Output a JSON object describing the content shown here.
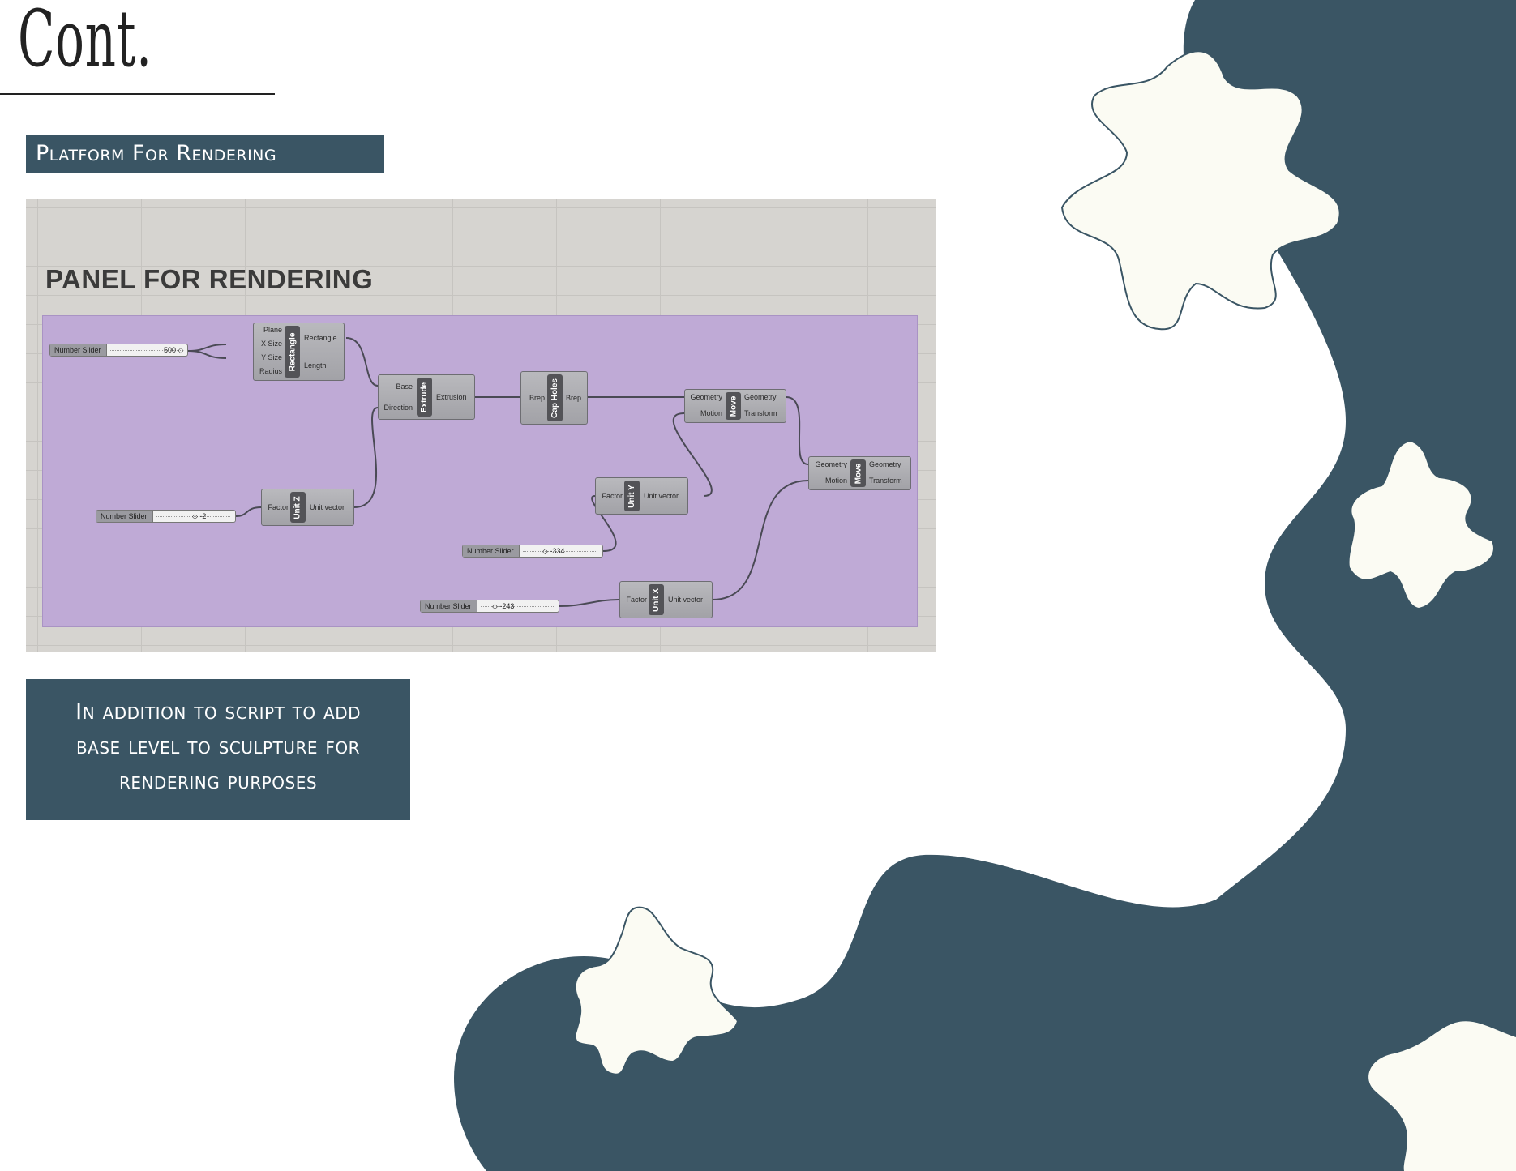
{
  "page": {
    "title": "Cont.",
    "section_label": "Platform For Rendering",
    "description_lines": [
      "In addition to script to add",
      "base level to sculpture for",
      "rendering purposes"
    ]
  },
  "colors": {
    "accent": "#3a5564",
    "star_fill": "#fbfbf3",
    "group_fill": "#bfaad6",
    "canvas": "#d6d4d0"
  },
  "canvas": {
    "group_title": "PANEL FOR RENDERING",
    "sliders": [
      {
        "label": "Number Slider",
        "value": "500 ◇"
      },
      {
        "label": "Number Slider",
        "value": "◇ -2"
      },
      {
        "label": "Number Slider",
        "value": "◇ -334"
      },
      {
        "label": "Number Slider",
        "value": "◇ -243"
      }
    ],
    "components": {
      "rectangle": {
        "name": "Rectangle",
        "inputs": [
          "Plane",
          "X Size",
          "Y Size",
          "Radius"
        ],
        "outputs": [
          "Rectangle",
          "Length"
        ]
      },
      "extrude": {
        "name": "Extrude",
        "inputs": [
          "Base",
          "Direction"
        ],
        "outputs": [
          "Extrusion"
        ]
      },
      "cap_holes": {
        "name": "Cap Holes",
        "inputs": [
          "Brep"
        ],
        "outputs": [
          "Brep"
        ]
      },
      "move_1": {
        "name": "Move",
        "inputs": [
          "Geometry",
          "Motion"
        ],
        "outputs": [
          "Geometry",
          "Transform"
        ]
      },
      "move_2": {
        "name": "Move",
        "inputs": [
          "Geometry",
          "Motion"
        ],
        "outputs": [
          "Geometry",
          "Transform"
        ]
      },
      "unit_z": {
        "name": "Unit Z",
        "inputs": [
          "Factor"
        ],
        "outputs": [
          "Unit vector"
        ]
      },
      "unit_y": {
        "name": "Unit Y",
        "inputs": [
          "Factor"
        ],
        "outputs": [
          "Unit vector"
        ]
      },
      "unit_x": {
        "name": "Unit X",
        "inputs": [
          "Factor"
        ],
        "outputs": [
          "Unit vector"
        ]
      }
    }
  }
}
